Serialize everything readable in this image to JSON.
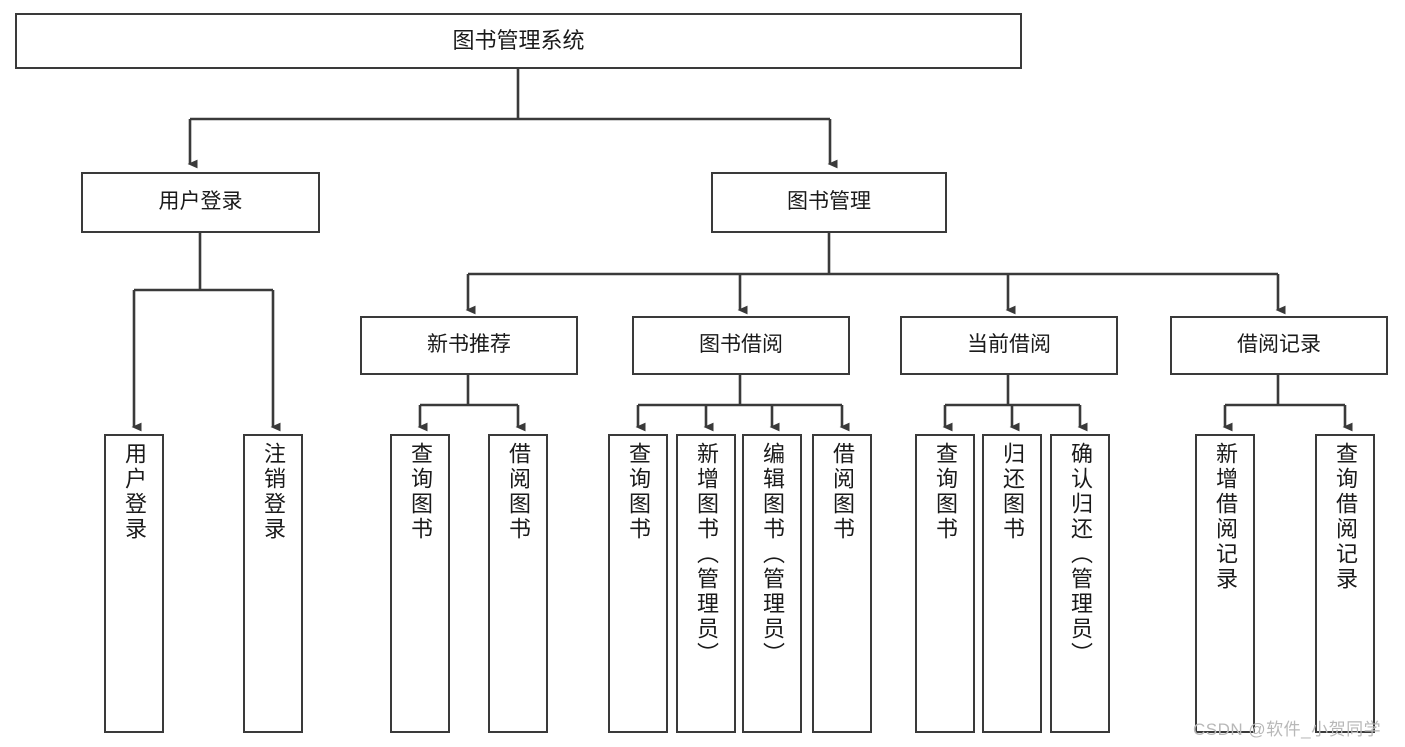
{
  "diagram": {
    "type": "hierarchy-tree",
    "title": "图书管理系统",
    "nodes": {
      "root": {
        "label": "图书管理系统",
        "level": 0
      },
      "user_login": {
        "label": "用户登录",
        "level": 1
      },
      "book_mgmt": {
        "label": "图书管理",
        "level": 1
      },
      "new_book_rec": {
        "label": "新书推荐",
        "level": 2
      },
      "book_borrow": {
        "label": "图书借阅",
        "level": 2
      },
      "current_borrow": {
        "label": "当前借阅",
        "level": 2
      },
      "borrow_record": {
        "label": "借阅记录",
        "level": 2
      },
      "leaf_user_login": {
        "label": "用户登录",
        "level": 3
      },
      "leaf_logout": {
        "label": "注销登录",
        "level": 3
      },
      "leaf_query_book_1": {
        "label": "查询图书",
        "level": 3
      },
      "leaf_borrow_book_1": {
        "label": "借阅图书",
        "level": 3
      },
      "leaf_query_book_2": {
        "label": "查询图书",
        "level": 3
      },
      "leaf_add_book": {
        "label": "新增图书（管理员）",
        "level": 3
      },
      "leaf_edit_book": {
        "label": "编辑图书（管理员）",
        "level": 3
      },
      "leaf_borrow_book_2": {
        "label": "借阅图书",
        "level": 3
      },
      "leaf_query_book_3": {
        "label": "查询图书",
        "level": 3
      },
      "leaf_return_book": {
        "label": "归还图书",
        "level": 3
      },
      "leaf_confirm_return": {
        "label": "确认归还（管理员）",
        "level": 3
      },
      "leaf_add_record": {
        "label": "新增借阅记录",
        "level": 3
      },
      "leaf_query_record": {
        "label": "查询借阅记录",
        "level": 3
      }
    },
    "edges": [
      [
        "root",
        "user_login"
      ],
      [
        "root",
        "book_mgmt"
      ],
      [
        "user_login",
        "leaf_user_login"
      ],
      [
        "user_login",
        "leaf_logout"
      ],
      [
        "book_mgmt",
        "new_book_rec"
      ],
      [
        "book_mgmt",
        "book_borrow"
      ],
      [
        "book_mgmt",
        "current_borrow"
      ],
      [
        "book_mgmt",
        "borrow_record"
      ],
      [
        "new_book_rec",
        "leaf_query_book_1"
      ],
      [
        "new_book_rec",
        "leaf_borrow_book_1"
      ],
      [
        "book_borrow",
        "leaf_query_book_2"
      ],
      [
        "book_borrow",
        "leaf_add_book"
      ],
      [
        "book_borrow",
        "leaf_edit_book"
      ],
      [
        "book_borrow",
        "leaf_borrow_book_2"
      ],
      [
        "current_borrow",
        "leaf_query_book_3"
      ],
      [
        "current_borrow",
        "leaf_return_book"
      ],
      [
        "current_borrow",
        "leaf_confirm_return"
      ],
      [
        "borrow_record",
        "leaf_add_record"
      ],
      [
        "borrow_record",
        "leaf_query_record"
      ]
    ]
  },
  "watermark": {
    "text": "CSDN @软件_小贺同学"
  },
  "colors": {
    "stroke": "#3a3a3a",
    "background": "#ffffff",
    "text": "#1a1a1a",
    "watermark": "#b8b8b8"
  }
}
